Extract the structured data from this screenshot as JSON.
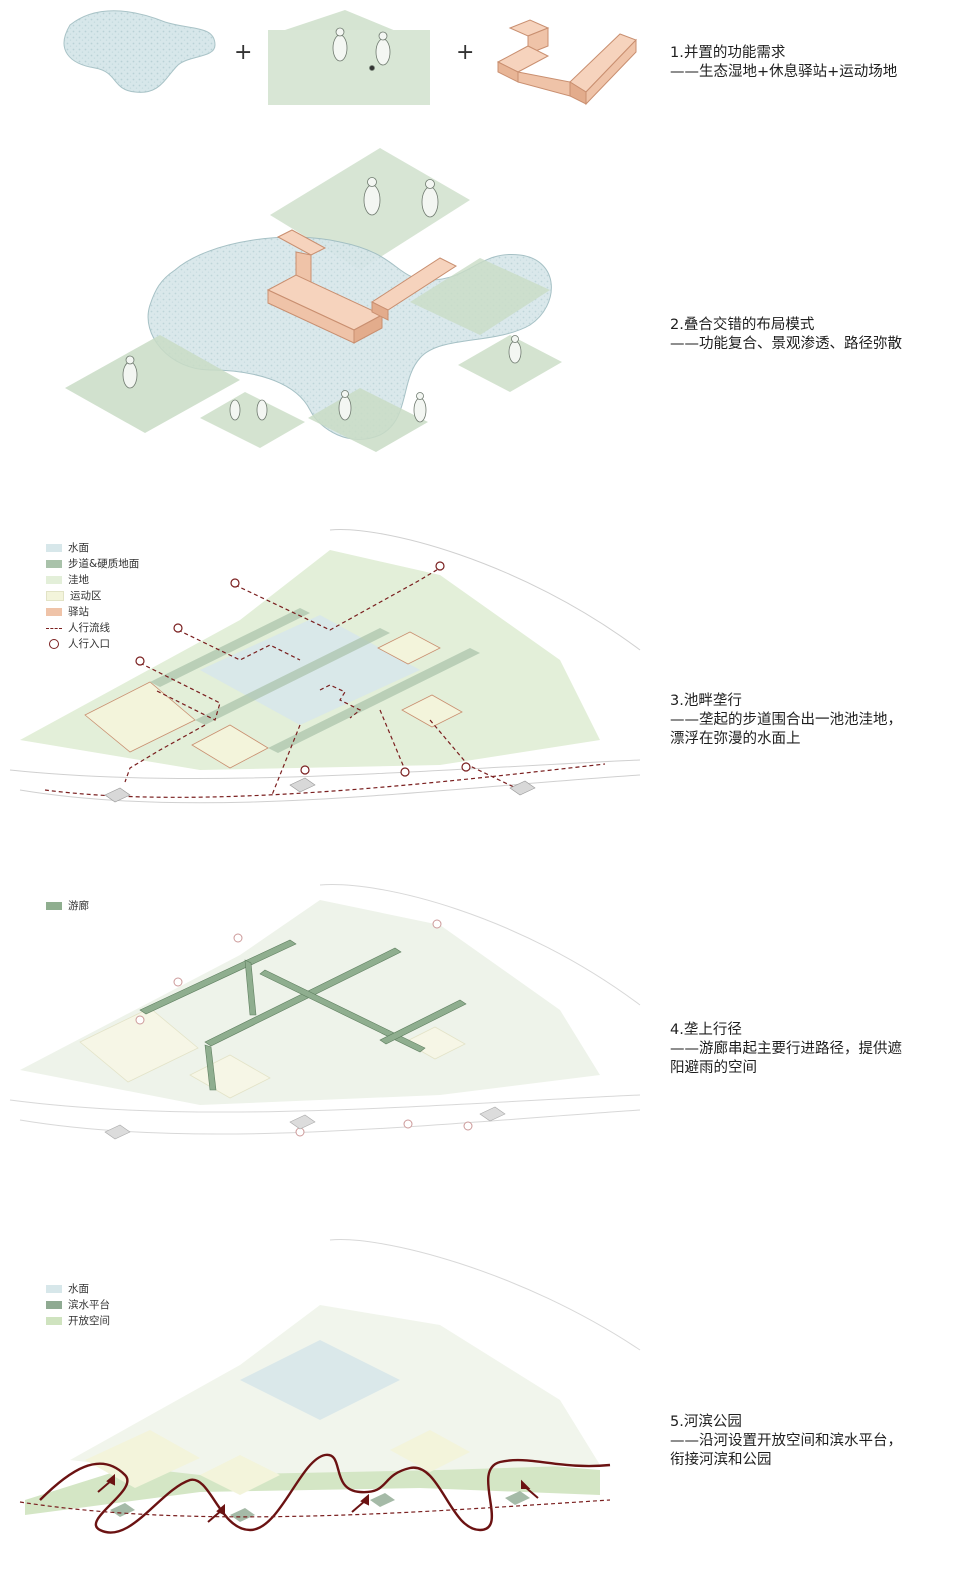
{
  "colors": {
    "water": "#d7e7ea",
    "water_dot": "#b9d2d6",
    "sport": "#d5e4d2",
    "station": "#efc3a8",
    "station_edge": "#c98f70",
    "walkway": "#a9c2aa",
    "lowland": "#e3efd9",
    "sport_zone": "#f3f4db",
    "flow": "#7a1f1f",
    "corridor": "#8fae8f",
    "waterfront": "#8faa92",
    "open_space": "#cfe3bf",
    "line": "#c9c9c9"
  },
  "panel1": {
    "plus_1": "+",
    "plus_2": "+",
    "caption_title": "1.并置的功能需求",
    "caption_lines": [
      "——生态湿地+休息驿站+运动场地"
    ]
  },
  "panel2": {
    "caption_title": "2.叠合交错的布局模式",
    "caption_lines": [
      "——功能复合、景观渗透、路径弥散"
    ]
  },
  "panel3": {
    "legend": [
      {
        "label": "水面",
        "swatch": "water"
      },
      {
        "label": "步道&硬质地面",
        "swatch": "walkway"
      },
      {
        "label": "洼地",
        "swatch": "lowland"
      },
      {
        "label": "运动区",
        "swatch": "sport_zone"
      },
      {
        "label": "驿站",
        "swatch": "station"
      },
      {
        "label": "人行流线",
        "swatch": "dash"
      },
      {
        "label": "人行入口",
        "swatch": "ring"
      }
    ],
    "caption_title": "3.池畔垄行",
    "caption_lines": [
      "——垄起的步道围合出一池池洼地，",
      "漂浮在弥漫的水面上"
    ]
  },
  "panel4": {
    "legend": [
      {
        "label": "游廊",
        "swatch": "corridor"
      }
    ],
    "caption_title": "4.垄上行径",
    "caption_lines": [
      "——游廊串起主要行进路径，提供遮",
      "阳避雨的空间"
    ]
  },
  "panel5": {
    "legend": [
      {
        "label": "水面",
        "swatch": "water"
      },
      {
        "label": "滨水平台",
        "swatch": "waterfront"
      },
      {
        "label": "开放空间",
        "swatch": "open_space"
      }
    ],
    "caption_title": "5.河滨公园",
    "caption_lines": [
      "——沿河设置开放空间和滨水平台，",
      "衔接河滨和公园"
    ]
  }
}
